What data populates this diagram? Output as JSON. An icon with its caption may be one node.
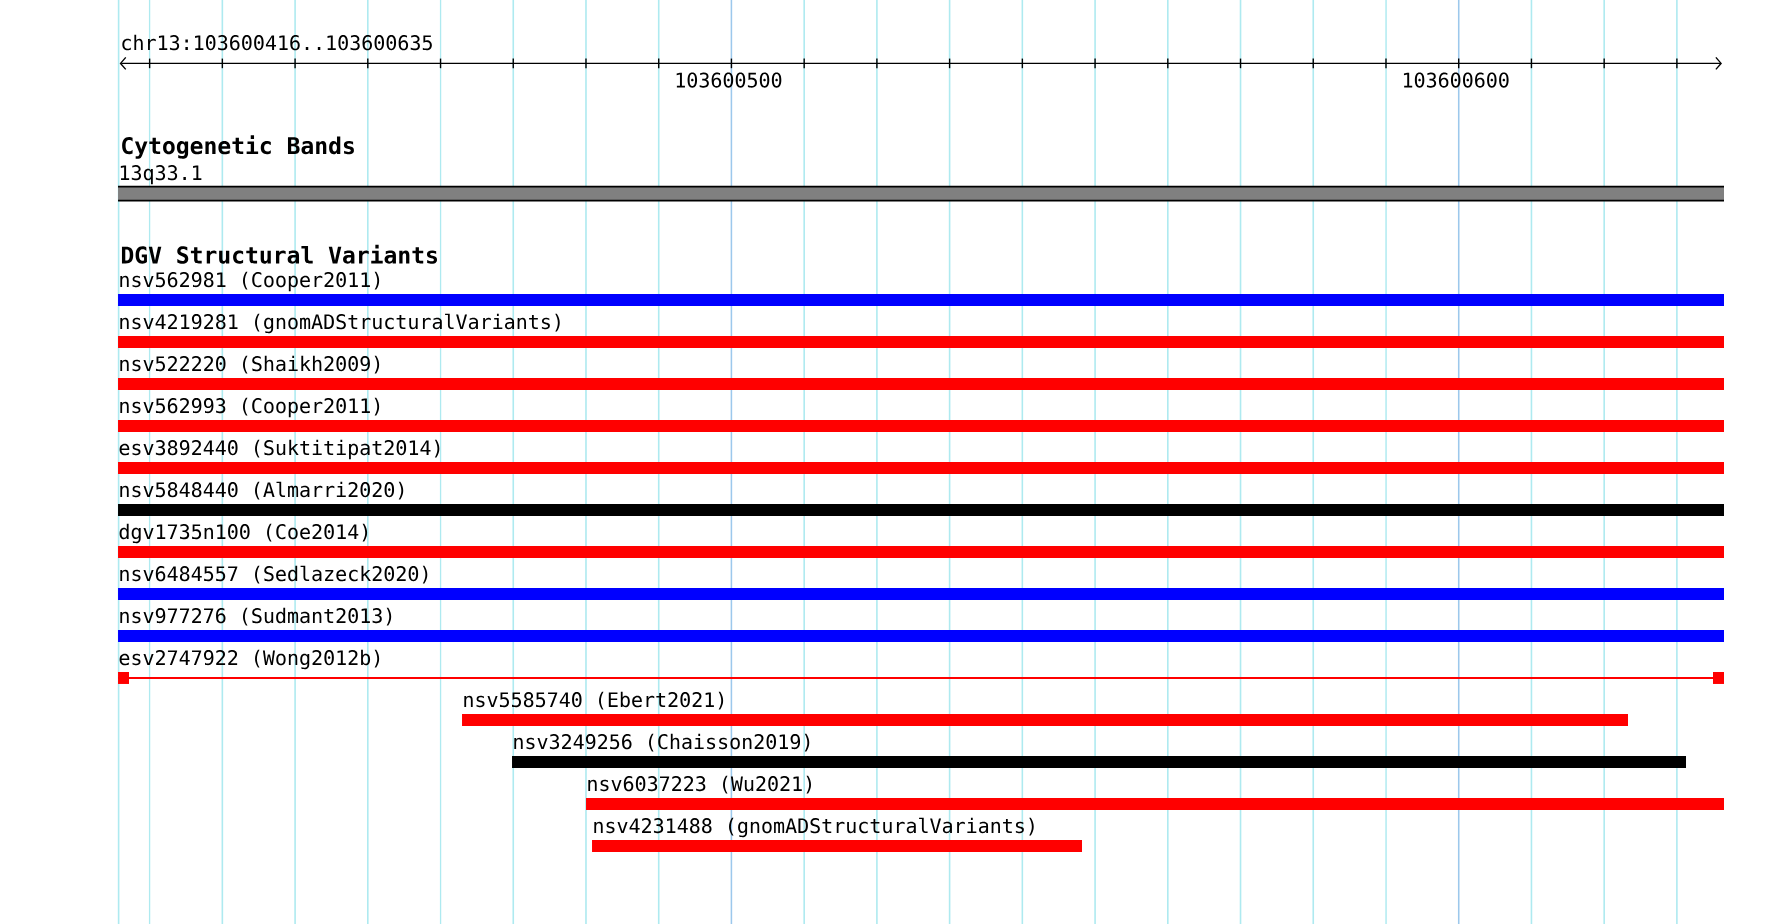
{
  "diagram": {
    "nodes": [
      {
        "text": [
          "13q33.1"
        ]
      },
      {
        "text": [
          "nsv562981 (Cooper2011)"
        ]
      },
      {
        "text": [
          "nsv4219281 (gnomADStructuralVariants)"
        ]
      },
      {
        "text": [
          "nsv522220 (Shaikh2009)"
        ]
      },
      {
        "text": [
          "nsv562993 (Cooper2011)"
        ]
      },
      {
        "text": [
          "esv3892440 (Suktitipat2014)"
        ]
      },
      {
        "text": [
          "nsv5848440 (Almarri2020)"
        ]
      },
      {
        "text": [
          "dgv1735n100 (Coe2014)"
        ]
      },
      {
        "text": [
          "nsv6484557 (Sedlazeck2020)"
        ]
      },
      {
        "text": [
          "nsv977276 (Sudmant2013)"
        ]
      },
      {
        "text": [
          "esv2747922 (Wong2012b)"
        ]
      },
      {
        "text": [
          "nsv5585740 (Ebert2021)"
        ]
      },
      {
        "text": [
          "nsv3249256 (Chaisson2019)"
        ]
      },
      {
        "text": [
          "nsv6037223 (Wu2021)"
        ]
      },
      {
        "text": [
          "nsv4231488 (gnomADStructuralVariants)"
        ]
      }
    ],
    "labels": [
      "chr13:103600416..103600635",
      "103600500",
      "103600600",
      "Cytogenetic Bands",
      "DGV Structural Variants"
    ]
  }
}
